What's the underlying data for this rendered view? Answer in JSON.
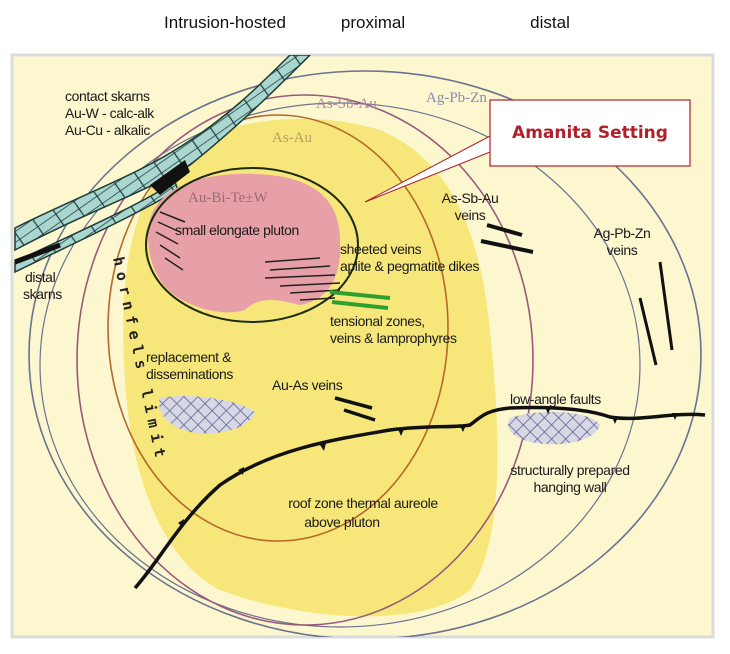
{
  "header": {
    "columns": [
      "Intrusion-hosted",
      "proximal",
      "distal"
    ]
  },
  "callout": {
    "text": "Amanita Setting",
    "color": "#b0202a"
  },
  "zones": {
    "outer": "Ag-Pb-Zn",
    "middle": "As-Sb-Au",
    "inner": "As-Au",
    "pluton": "Au-Bi-Te±W"
  },
  "labels": {
    "contact_skarns": [
      "contact skarns",
      "Au-W - calc-alk",
      "Au-Cu - alkalic"
    ],
    "distal_skarns": [
      "distal",
      "skarns"
    ],
    "pluton": "small elongate pluton",
    "sheeted": [
      "sheeted veins",
      "aplite & pegmatite dikes"
    ],
    "tensional": [
      "tensional zones,",
      "veins & lamprophyres"
    ],
    "as_sb_au_veins": [
      "As-Sb-Au",
      "veins"
    ],
    "ag_pb_zn_veins": [
      "Ag-Pb-Zn",
      "veins"
    ],
    "replacement": [
      "replacement &",
      "disseminations"
    ],
    "au_as_veins": "Au-As veins",
    "low_angle": "low-angle faults",
    "hanging_wall": [
      "structurally prepared",
      "hanging wall"
    ],
    "roof_zone": [
      "roof zone thermal aureole",
      "above pluton"
    ],
    "hornfels": "hornfels limit"
  },
  "colors": {
    "background": "#fcf7cf",
    "aureole": "#f7e77a",
    "pluton": "#e8a0a8",
    "skarn": "#a9d6cf",
    "outer_ring": "#6a7390",
    "middle_ring": "#9a5a7a",
    "inner_ring": "#b4692a",
    "green_veins": "#2fa02f"
  }
}
